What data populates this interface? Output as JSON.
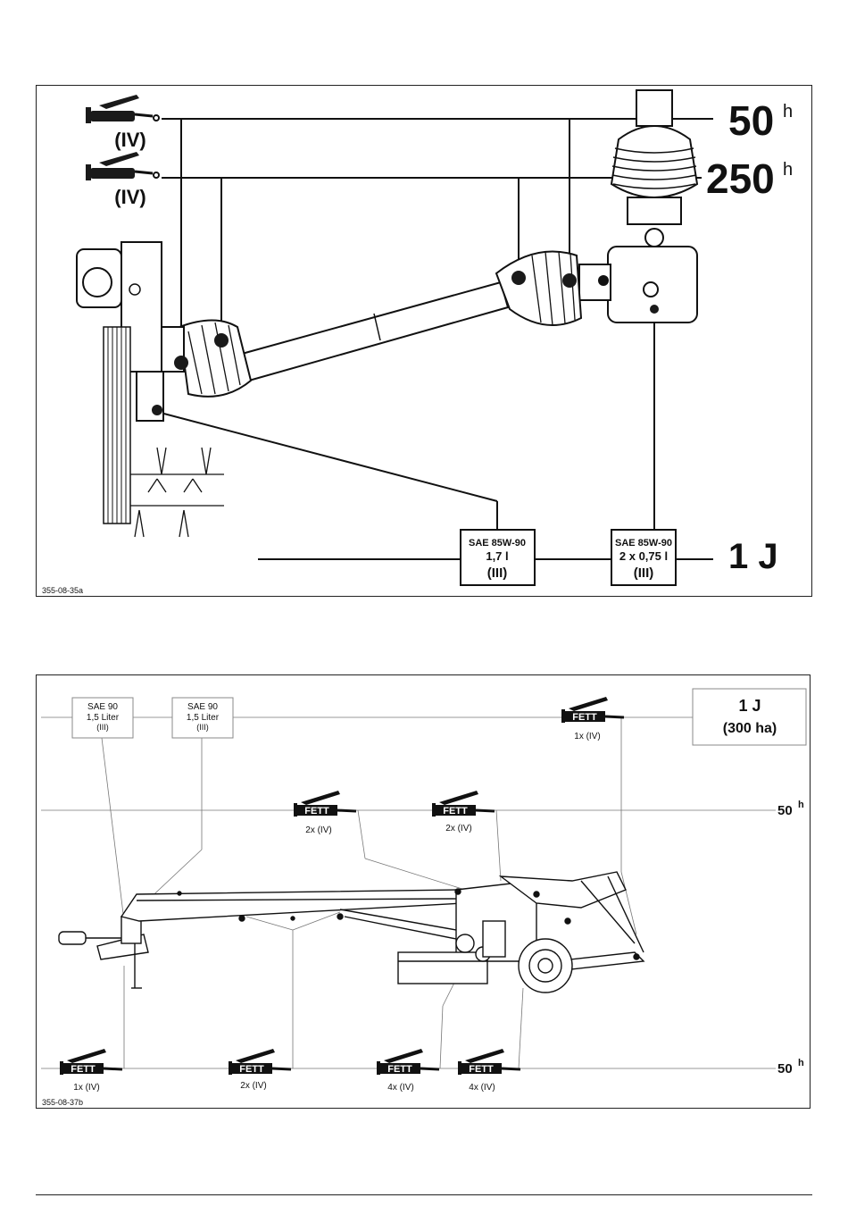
{
  "panel1": {
    "intervals": {
      "h50": "50",
      "h250": "250",
      "unit": "h",
      "year": "1 J"
    },
    "grease_labels": [
      "(IV)",
      "(IV)"
    ],
    "oil_boxes": [
      {
        "grade": "SAE 85W-90",
        "amount": "1,7 l",
        "code": "(III)"
      },
      {
        "grade": "SAE 85W-90",
        "amount": "2 x 0,75 l",
        "code": "(III)"
      }
    ],
    "figure_id": "355-08-35a"
  },
  "panel2": {
    "oil_boxes": [
      {
        "grade": "SAE 90",
        "amount": "1,5 Liter",
        "code": "(III)"
      },
      {
        "grade": "SAE 90",
        "amount": "1,5 Liter",
        "code": "(III)"
      }
    ],
    "year_box": {
      "title": "1 J",
      "subtitle": "(300 ha)"
    },
    "interval_label": "50",
    "interval_unit": "h",
    "grease_word": "FETT",
    "grease_points": [
      {
        "count": "1x (IV)"
      },
      {
        "count": "2x (IV)"
      },
      {
        "count": "2x (IV)"
      },
      {
        "count": "1x (IV)"
      },
      {
        "count": "2x (IV)"
      },
      {
        "count": "4x (IV)"
      },
      {
        "count": "4x (IV)"
      }
    ],
    "figure_id": "355-08-37b"
  }
}
